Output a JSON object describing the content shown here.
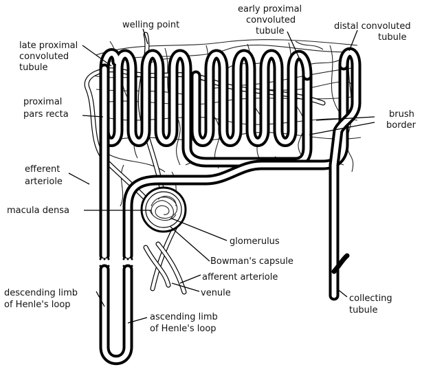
{
  "labels": {
    "late_proximal": [
      "late proximal",
      "convoluted",
      "tubule"
    ],
    "welling_point": "welling point",
    "early_proximal": [
      "early proximal",
      "convoluted",
      "tubule"
    ],
    "distal_convoluted": [
      "distal convoluted",
      "tubule"
    ],
    "proximal_pars_recta": [
      "proximal",
      "pars recta"
    ],
    "brush_border": [
      "brush",
      "border"
    ],
    "efferent_arteriole": [
      "efferent",
      "arteriole"
    ],
    "macula_densa": "macula densa",
    "glomerulus": "glomerulus",
    "bowmans_capsule": "Bowman's capsule",
    "afferent_arteriole": "afferent arteriole",
    "venule": "venule",
    "descending_limb": [
      "descending limb",
      "of Henle's loop"
    ],
    "ascending_limb": [
      "ascending limb",
      "of Henle's loop"
    ],
    "collecting_tubule": [
      "collecting",
      "tubule"
    ]
  }
}
